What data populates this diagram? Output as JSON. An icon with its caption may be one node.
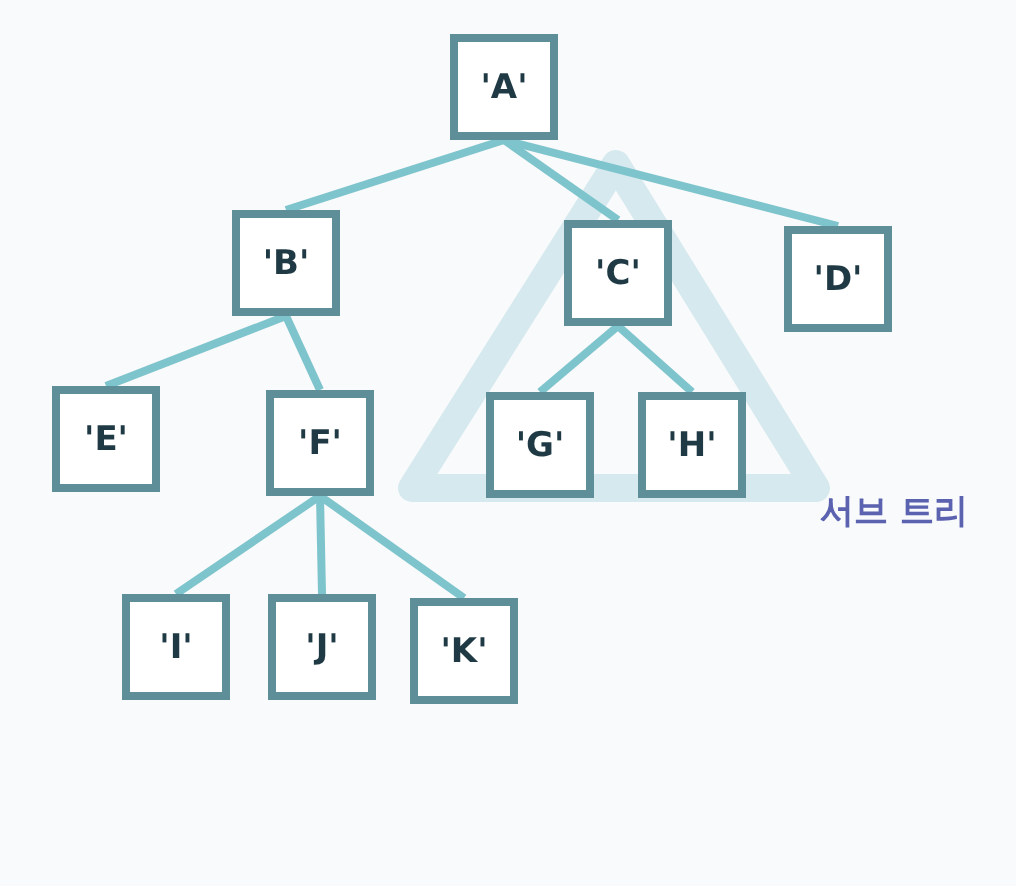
{
  "diagram": {
    "nodes": [
      {
        "text": [
          "'A'"
        ]
      },
      {
        "text": [
          "'B'"
        ]
      },
      {
        "text": [
          "'C'"
        ]
      },
      {
        "text": [
          "'D'"
        ]
      },
      {
        "text": [
          "'E'"
        ]
      },
      {
        "text": [
          "'F'"
        ]
      },
      {
        "text": [
          "'G'"
        ]
      },
      {
        "text": [
          "'H'"
        ]
      },
      {
        "text": [
          "'I'"
        ]
      },
      {
        "text": [
          "'J'"
        ]
      },
      {
        "text": [
          "'K'"
        ]
      }
    ],
    "edges": [
      {
        "from": 0,
        "to": 1,
        "arrow": "none"
      },
      {
        "from": 0,
        "to": 2,
        "arrow": "none"
      },
      {
        "from": 0,
        "to": 3,
        "arrow": "none"
      },
      {
        "from": 1,
        "to": 4,
        "arrow": "none"
      },
      {
        "from": 1,
        "to": 5,
        "arrow": "none"
      },
      {
        "from": 2,
        "to": 6,
        "arrow": "none"
      },
      {
        "from": 2,
        "to": 7,
        "arrow": "none"
      },
      {
        "from": 5,
        "to": 8,
        "arrow": "none"
      },
      {
        "from": 5,
        "to": 9,
        "arrow": "none"
      },
      {
        "from": 5,
        "to": 10,
        "arrow": "none"
      }
    ],
    "labels": [
      "서브 트리"
    ]
  }
}
